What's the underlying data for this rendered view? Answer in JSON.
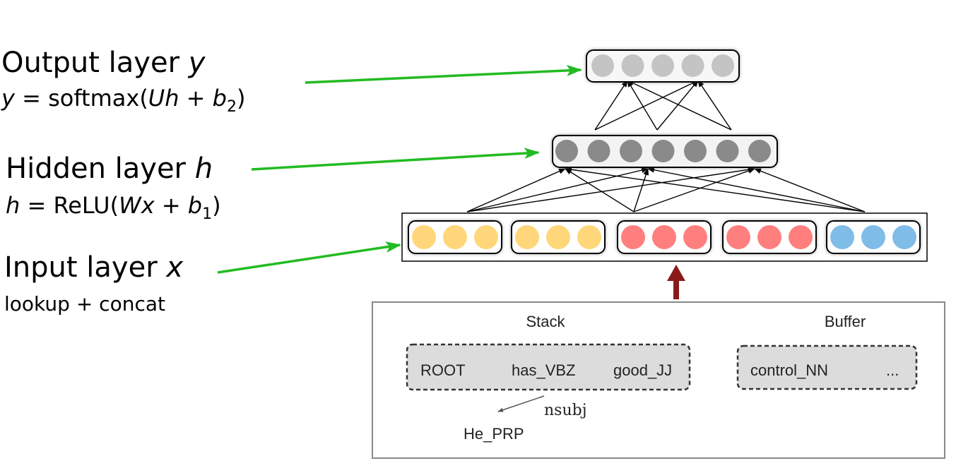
{
  "labels": {
    "output": {
      "title": "Output layer ",
      "var": "y",
      "eq_var": "y",
      "eq_body": " = softmax(",
      "eq_U": "Uh",
      "eq_plus": " + ",
      "eq_b": "b",
      "eq_sub": "2",
      "eq_close": ")"
    },
    "hidden": {
      "title": "Hidden layer ",
      "var": "h",
      "eq_var": "h",
      "eq_body": " = ReLU(",
      "eq_W": "Wx",
      "eq_plus": " + ",
      "eq_b": "b",
      "eq_sub": "1",
      "eq_close": ")"
    },
    "input": {
      "title": "Input layer ",
      "var": "x",
      "desc": "lookup + concat"
    }
  },
  "parser_state": {
    "stack_title": "Stack",
    "buffer_title": "Buffer",
    "stack_items": [
      "ROOT",
      "has_VBZ",
      "good_JJ"
    ],
    "buffer_items": [
      "control_NN",
      "..."
    ],
    "arc_label": "nsubj",
    "dependent": "He_PRP"
  },
  "layers": {
    "output_units": 5,
    "hidden_units": 7,
    "input_groups": [
      {
        "color": "#ffd77a",
        "units": 3
      },
      {
        "color": "#ffd77a",
        "units": 3
      },
      {
        "color": "#ff7f7f",
        "units": 3
      },
      {
        "color": "#ff7f7f",
        "units": 3
      },
      {
        "color": "#80bce8",
        "units": 3
      }
    ]
  },
  "colors": {
    "pointer_arrow": "#22bb22",
    "feed_arrow": "#8b1a1a",
    "output_unit": "#c4c4c4",
    "hidden_unit": "#8a8a8a"
  }
}
